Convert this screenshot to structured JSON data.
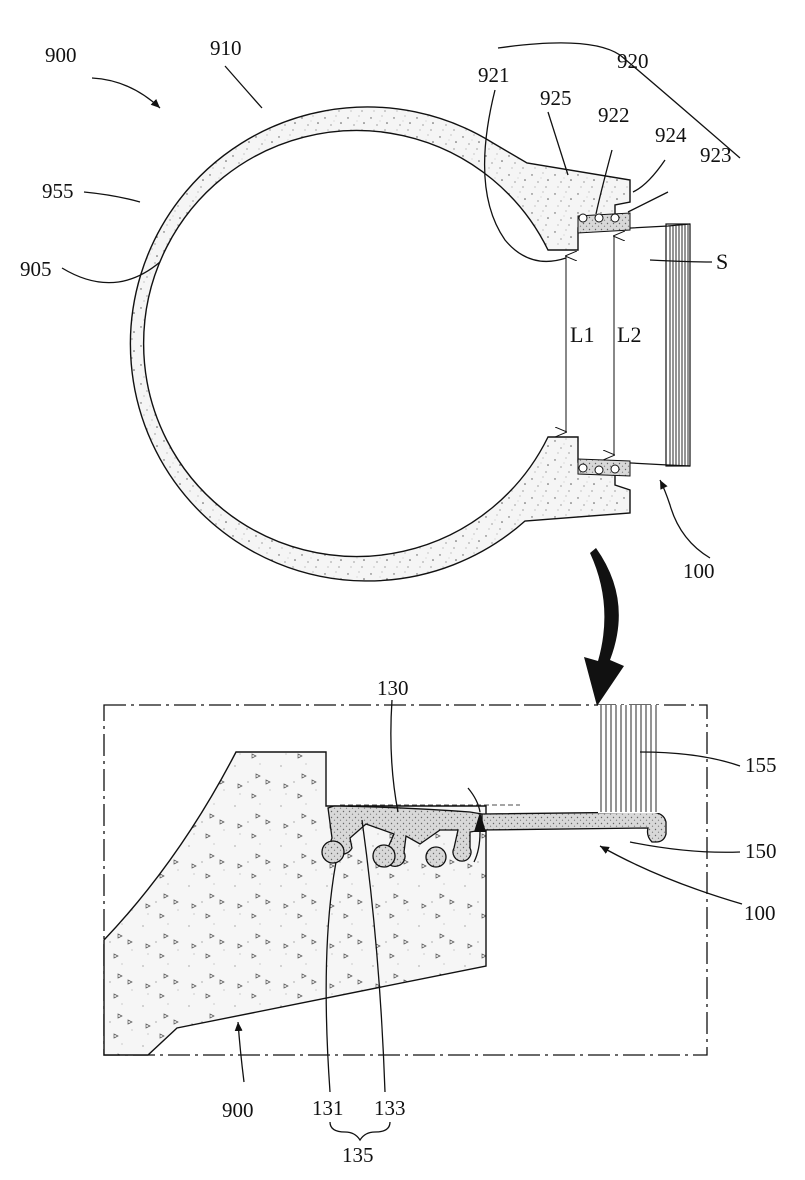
{
  "labels": {
    "l900_top": "900",
    "l910": "910",
    "l920": "920",
    "l921": "921",
    "l925": "925",
    "l922": "922",
    "l924": "924",
    "l923": "923",
    "l955": "955",
    "l905": "905",
    "lS": "S",
    "lL1": "L1",
    "lL2": "L2",
    "l100_top": "100",
    "l130": "130",
    "l155": "155",
    "l150": "150",
    "l100_bottom": "100",
    "l900_bottom": "900",
    "l131": "131",
    "l133": "133",
    "l135": "135"
  },
  "colors": {
    "line": "#111111",
    "stipple_fill": "#f4f4f4",
    "background": "#ffffff"
  }
}
